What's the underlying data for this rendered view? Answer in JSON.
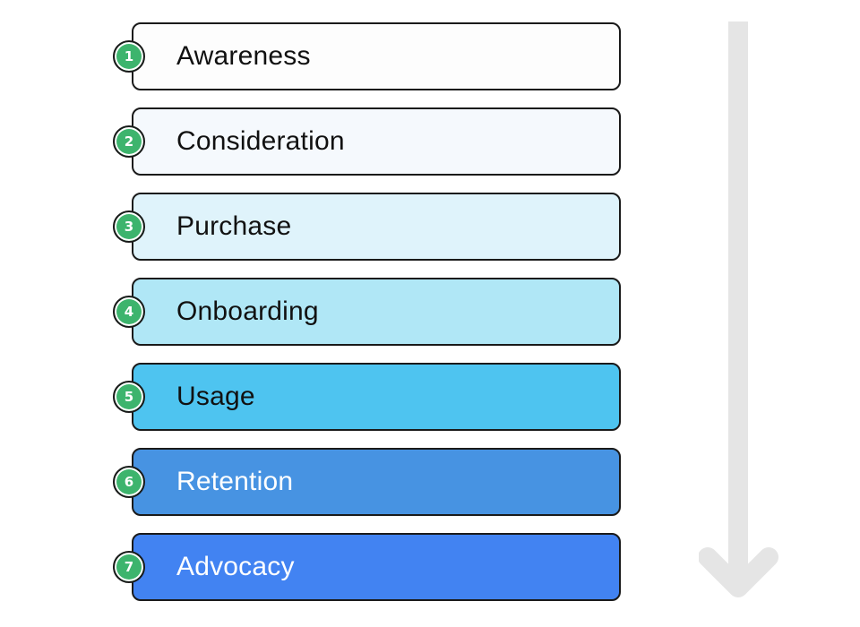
{
  "steps": [
    {
      "number": "1",
      "label": "Awareness",
      "fill": "#fdfdfd",
      "text_color": "#111111"
    },
    {
      "number": "2",
      "label": "Consideration",
      "fill": "#f5f9fd",
      "text_color": "#111111"
    },
    {
      "number": "3",
      "label": "Purchase",
      "fill": "#dff3fb",
      "text_color": "#111111"
    },
    {
      "number": "4",
      "label": "Onboarding",
      "fill": "#b0e7f6",
      "text_color": "#111111"
    },
    {
      "number": "5",
      "label": "Usage",
      "fill": "#4ec4f0",
      "text_color": "#111111"
    },
    {
      "number": "6",
      "label": "Retention",
      "fill": "#4793e2",
      "text_color": "#ffffff"
    },
    {
      "number": "7",
      "label": "Advocacy",
      "fill": "#4283f2",
      "text_color": "#ffffff"
    }
  ],
  "colors": {
    "badge": "#3db46d",
    "arrow": "#e5e5e5",
    "border": "#1a1a1a"
  },
  "icons": {
    "flow_arrow": "arrow-down-icon"
  }
}
